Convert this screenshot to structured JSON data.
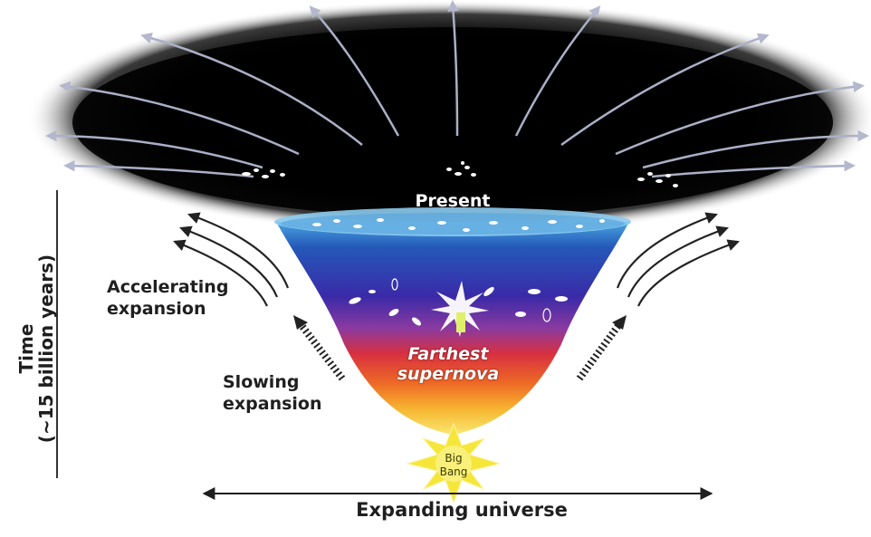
{
  "labels": {
    "present": "Present",
    "farthest_supernova_line1": "Farthest",
    "farthest_supernova_line2": "supernova",
    "big_bang_line1": "Big",
    "big_bang_line2": "Bang",
    "accelerating_line1": "Accelerating",
    "accelerating_line2": "expansion",
    "slowing_line1": "Slowing",
    "slowing_line2": "expansion",
    "time_line1": "Time",
    "time_line2": "(~15 billion years)",
    "expanding_universe": "Expanding universe"
  },
  "colors": {
    "space_black": "#000000",
    "arrow_gray": "#9aa0b8",
    "cone_top_blue": "#2f7fc8",
    "cone_purple": "#4a2ca0",
    "cone_red": "#d0303a",
    "cone_orange": "#f08a20",
    "cone_yellow": "#f6e060",
    "label_text": "#1f1f1f"
  },
  "icons": [
    "supernova-star-icon",
    "big-bang-star-icon",
    "galaxy-icon",
    "expansion-arrow-icon"
  ]
}
